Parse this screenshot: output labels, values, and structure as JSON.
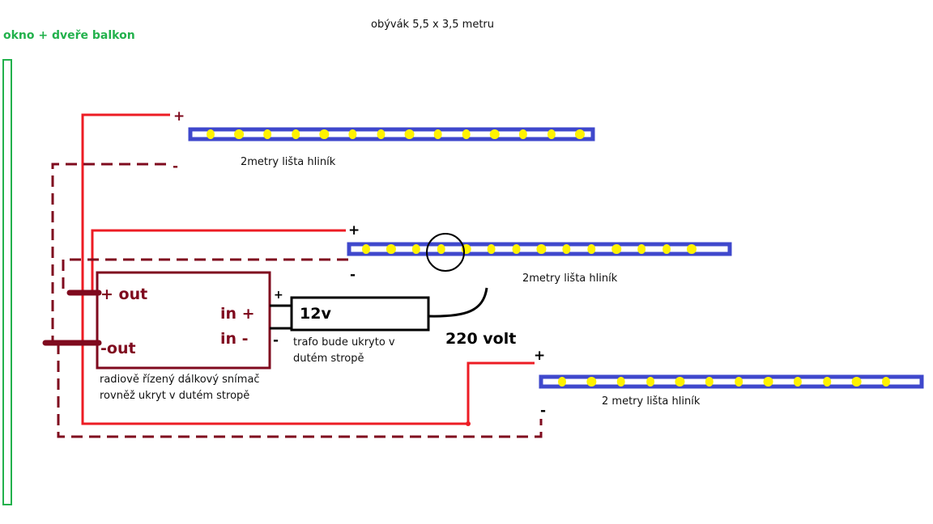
{
  "title": "obývák 5,5 x 3,5 metru",
  "window_label": "okno + dveře balkon",
  "strips": [
    {
      "label": "2metry lišta hliník",
      "led_count": 14
    },
    {
      "label": "2metry lišta hliník",
      "led_count": 14
    },
    {
      "label": "2 metry lišta hliník",
      "led_count": 12
    }
  ],
  "receiver": {
    "out_plus": "+ out",
    "out_minus": "-out",
    "in_plus": "in +",
    "in_minus": "in -",
    "note_line1": "radiově řízený dálkový snímač",
    "note_line2": "rovněž ukryt v dutém stropě"
  },
  "transformer": {
    "label": "12v",
    "note_line1": "trafo bude ukryto v",
    "note_line2": "dutém stropě",
    "mains": "220 volt"
  },
  "signs": {
    "plus": "+",
    "minus": "-"
  },
  "colors": {
    "green": "#22b14c",
    "red": "#ed1c24",
    "maroon": "#7f0a1e",
    "strip_blue": "#3f48cc",
    "led_yellow": "#fff200"
  }
}
